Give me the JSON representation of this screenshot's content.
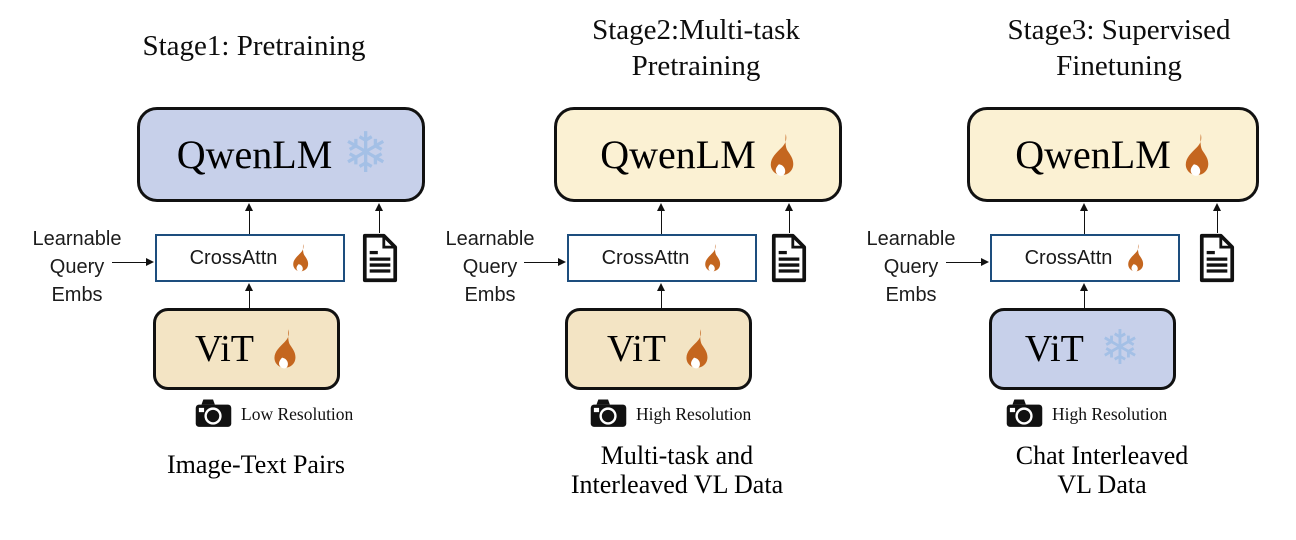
{
  "diagram_title": "Qwen-VL three-stage training pipeline",
  "icons": {
    "snowflake": "❄"
  },
  "colors": {
    "frozen_fill": "#c7d0ea",
    "llm_trained_fill": "#fbf1d3",
    "vit_trained_fill": "#f3e4c4",
    "crossattn_border": "#1d4e7e",
    "box_border": "#111111",
    "flame_orange": "#c4661f",
    "snowflake_blue": "#a4c0e6"
  },
  "stages": [
    {
      "title1": "Stage1: Pretraining",
      "title2": "",
      "llm": {
        "label": "QwenLM",
        "state": "frozen",
        "icon": "snowflake-icon"
      },
      "adapter": {
        "label": "CrossAttn",
        "state": "trained",
        "icon": "flame-icon"
      },
      "vision": {
        "label": "ViT",
        "state": "trained",
        "icon": "flame-icon"
      },
      "query": {
        "line1": "Learnable",
        "line2": "Query",
        "line3": "Embs"
      },
      "resolution": "Low Resolution",
      "caption1": "Image-Text Pairs",
      "caption2": ""
    },
    {
      "title1": "Stage2:Multi-task",
      "title2": "Pretraining",
      "llm": {
        "label": "QwenLM",
        "state": "trained",
        "icon": "flame-icon"
      },
      "adapter": {
        "label": "CrossAttn",
        "state": "trained",
        "icon": "flame-icon"
      },
      "vision": {
        "label": "ViT",
        "state": "trained",
        "icon": "flame-icon"
      },
      "query": {
        "line1": "Learnable",
        "line2": "Query",
        "line3": "Embs"
      },
      "resolution": "High Resolution",
      "caption1": "Multi-task and",
      "caption2": "Interleaved VL Data"
    },
    {
      "title1": "Stage3: Supervised",
      "title2": "Finetuning",
      "llm": {
        "label": "QwenLM",
        "state": "trained",
        "icon": "flame-icon"
      },
      "adapter": {
        "label": "CrossAttn",
        "state": "trained",
        "icon": "flame-icon"
      },
      "vision": {
        "label": "ViT",
        "state": "frozen",
        "icon": "snowflake-icon"
      },
      "query": {
        "line1": "Learnable",
        "line2": "Query",
        "line3": "Embs"
      },
      "resolution": "High Resolution",
      "caption1": "Chat Interleaved",
      "caption2": "VL Data"
    }
  ]
}
